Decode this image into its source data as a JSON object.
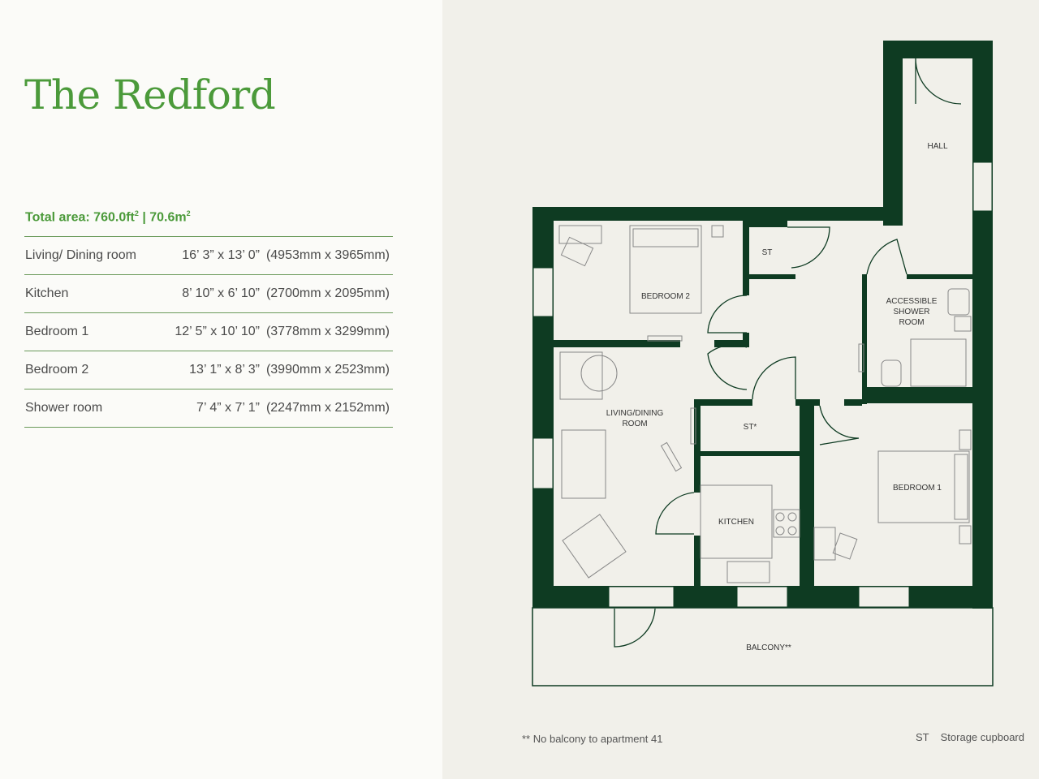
{
  "title": "The Redford",
  "total_area": {
    "label": "Total area: 760.0ft",
    "sq": "2",
    "sep": " | 70.6m",
    "sq2": "2"
  },
  "rooms": [
    {
      "name": "Living/ Dining room",
      "imperial": "16’ 3” x 13’ 0”",
      "metric": "(4953mm x 3965mm)"
    },
    {
      "name": "Kitchen",
      "imperial": "8’ 10” x 6’ 10”",
      "metric": "(2700mm x 2095mm)"
    },
    {
      "name": "Bedroom 1",
      "imperial": "12’ 5” x 10’ 10”",
      "metric": "(3778mm x 3299mm)"
    },
    {
      "name": "Bedroom 2",
      "imperial": "13’ 1” x 8’ 3”",
      "metric": "(3990mm x 2523mm)"
    },
    {
      "name": "Shower room",
      "imperial": "7’ 4” x 7’ 1”",
      "metric": "(2247mm x 2152mm)"
    }
  ],
  "plan_labels": {
    "hall": "HALL",
    "st": "ST",
    "bedroom2": "BEDROOM 2",
    "shower_1": "ACCESSIBLE",
    "shower_2": "SHOWER",
    "shower_3": "ROOM",
    "living_1": "LIVING/DINING",
    "living_2": "ROOM",
    "st_star": "ST*",
    "kitchen": "KITCHEN",
    "bedroom1": "BEDROOM 1",
    "balcony": "BALCONY**"
  },
  "footnote": "** No balcony to apartment 41",
  "legend": {
    "abbr": "ST",
    "meaning": "Storage cupboard"
  },
  "colors": {
    "accent_green": "#4b9a3a",
    "wall": "#0e3b22"
  }
}
